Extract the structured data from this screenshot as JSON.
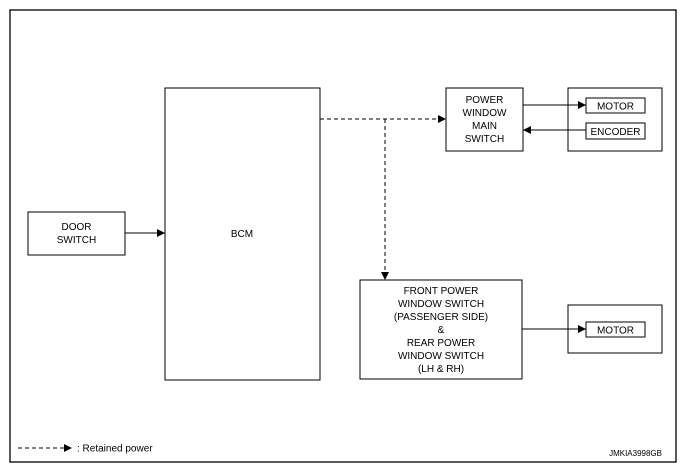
{
  "diagram": {
    "boxes": {
      "door_switch": [
        "DOOR",
        "SWITCH"
      ],
      "bcm": [
        "BCM"
      ],
      "pw_main_switch": [
        "POWER",
        "WINDOW",
        "MAIN",
        "SWITCH"
      ],
      "motor_1": [
        "MOTOR"
      ],
      "encoder": [
        "ENCODER"
      ],
      "front_rear_switch": [
        "FRONT POWER",
        "WINDOW SWITCH",
        "(PASSENGER SIDE)",
        "&",
        "REAR POWER",
        "WINDOW SWITCH",
        "(LH & RH)"
      ],
      "motor_2": [
        "MOTOR"
      ]
    },
    "legend": {
      "label": ": Retained power"
    },
    "figure_id": "JMKIA3998GB"
  }
}
